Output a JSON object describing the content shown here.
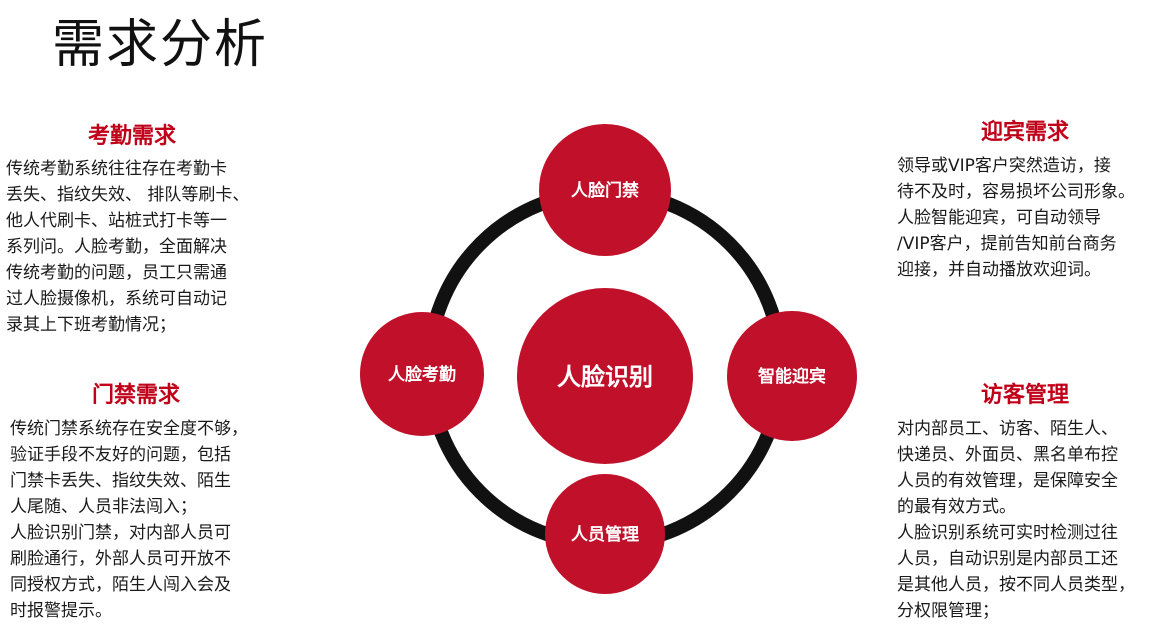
{
  "title": "需求分析",
  "colors": {
    "accent": "#c0102a",
    "ring": "#111111",
    "section_title": "#c00018"
  },
  "sections": {
    "attendance": {
      "title": "考勤需求",
      "body": "传统考勤系统往往存在考勤卡\n丢失、指纹失效、 排队等刷卡、\n他人代刷卡、站桩式打卡等一\n系列问。人脸考勤，全面解决\n传统考勤的问题，员工只需通\n过人脸摄像机，系统可自动记\n录其上下班考勤情况；"
    },
    "access": {
      "title": "门禁需求",
      "body": "传统门禁系统存在安全度不够，\n验证手段不友好的问题，包括\n门禁卡丢失、指纹失效、陌生\n人尾随、人员非法闯入；\n人脸识别门禁，对内部人员可\n刷脸通行，外部人员可开放不\n同授权方式，陌生人闯入会及\n时报警提示。"
    },
    "welcome": {
      "title": "迎宾需求",
      "body": "领导或VIP客户突然造访，接\n待不及时，容易损坏公司形象。\n人脸智能迎宾，可自动领导\n/VIP客户，提前告知前台商务\n迎接，并自动播放欢迎词。"
    },
    "visitor": {
      "title": "访客管理",
      "body": "对内部员工、访客、陌生人、\n快递员、外面员、黑名单布控\n人员的有效管理，是保障安全\n的最有效方式。\n人脸识别系统可实时检测过往\n人员，自动识别是内部员工还\n是其他人员，按不同人员类型，\n分权限管理；"
    }
  },
  "diagram": {
    "center": "人脸识别",
    "nodes": {
      "top": "人脸门禁",
      "left": "人脸考勤",
      "right": "智能迎宾",
      "bottom": "人员管理"
    }
  }
}
